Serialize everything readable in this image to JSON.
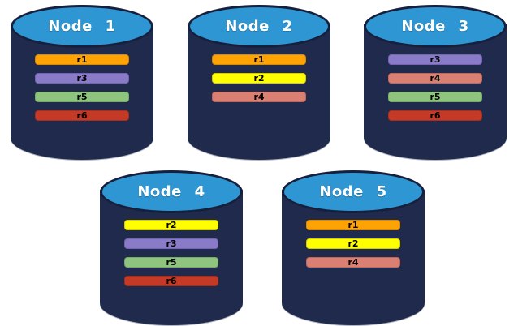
{
  "diagram": {
    "description": "Five database node cylinders showing replica placement",
    "background_color": "#ffffff"
  },
  "palette": {
    "cylinder_body": "#1f2a4d",
    "cylinder_top": "#2e97d3",
    "cylinder_outline": "#16203d",
    "title_text": "#ffffff",
    "bar_text": "#000000"
  },
  "replica_colors": {
    "r1": {
      "fill": "#ffa203",
      "border": "#d88a00"
    },
    "r2": {
      "fill": "#ffff00",
      "border": "#d8cd00"
    },
    "r3": {
      "fill": "#8a7bc8",
      "border": "#7465b2"
    },
    "r4": {
      "fill": "#d98072",
      "border": "#c0685b"
    },
    "r5": {
      "fill": "#8fc47e",
      "border": "#76ac65"
    },
    "r6": {
      "fill": "#c53a26",
      "border": "#a52f1d"
    }
  },
  "nodes": [
    {
      "title": "Node 1",
      "replicas": [
        "r1",
        "r3",
        "r5",
        "r6"
      ]
    },
    {
      "title": "Node 2",
      "replicas": [
        "r1",
        "r2",
        "r4"
      ]
    },
    {
      "title": "Node 3",
      "replicas": [
        "r3",
        "r4",
        "r5",
        "r6"
      ]
    },
    {
      "title": "Node 4",
      "replicas": [
        "r2",
        "r3",
        "r5",
        "r6"
      ]
    },
    {
      "title": "Node 5",
      "replicas": [
        "r1",
        "r2",
        "r4"
      ]
    }
  ]
}
